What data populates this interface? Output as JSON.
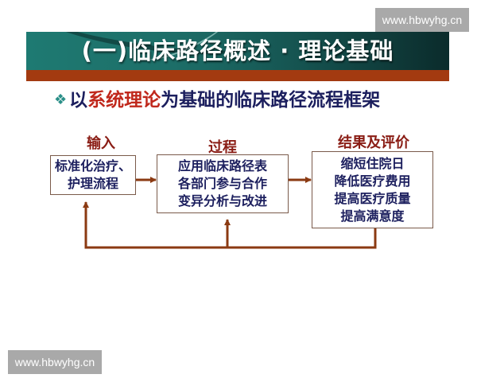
{
  "watermark": {
    "text": "www.hbwyhg.cn"
  },
  "header": {
    "title": "(一)临床路径概述 · 理论基础",
    "colors": {
      "teal": "#1d6e68",
      "rust": "#a33a10"
    }
  },
  "subtitle": {
    "bullet_icon": "❖",
    "prefix": "以",
    "highlight": "系统理论",
    "suffix": "为基础的临床路径流程框架",
    "colors": {
      "text": "#1c1f5e",
      "highlight": "#c0281c",
      "bullet": "#2a8f88"
    }
  },
  "diagram": {
    "arrow_color": "#8b3a12",
    "stages": [
      {
        "label": "输入",
        "lines": [
          "标准化治疗、",
          "护理流程"
        ]
      },
      {
        "label": "过程",
        "lines": [
          "应用临床路径表",
          "各部门参与合作",
          "变异分析与改进"
        ]
      },
      {
        "label": "结果及评价",
        "lines": [
          "缩短住院日",
          "降低医疗费用",
          "提高医疗质量",
          "提高满意度"
        ]
      }
    ],
    "flow": [
      "输入 → 过程",
      "过程 → 结果及评价",
      "结果及评价 → 反馈至 输入 与 过程"
    ]
  }
}
